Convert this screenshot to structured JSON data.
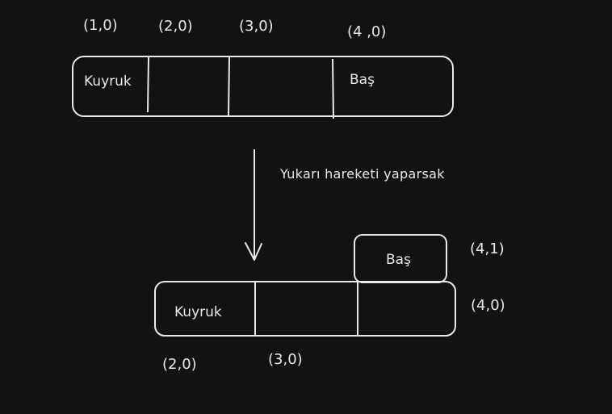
{
  "top_snake": {
    "coords": [
      "(1,0)",
      "(2,0)",
      "(3,0)",
      "(4 ,0)"
    ],
    "tail_label": "Kuyruk",
    "head_label": "Baş"
  },
  "transition": {
    "caption": "Yukarı hareketi yaparsak"
  },
  "bottom_snake": {
    "tail_label": "Kuyruk",
    "head_label": "Baş",
    "head_coord": "(4,1)",
    "right_coord": "(4,0)",
    "coords_below": [
      "(2,0)",
      "(3,0)"
    ]
  },
  "colors": {
    "background": "#121212",
    "stroke": "#e8e8e8"
  }
}
